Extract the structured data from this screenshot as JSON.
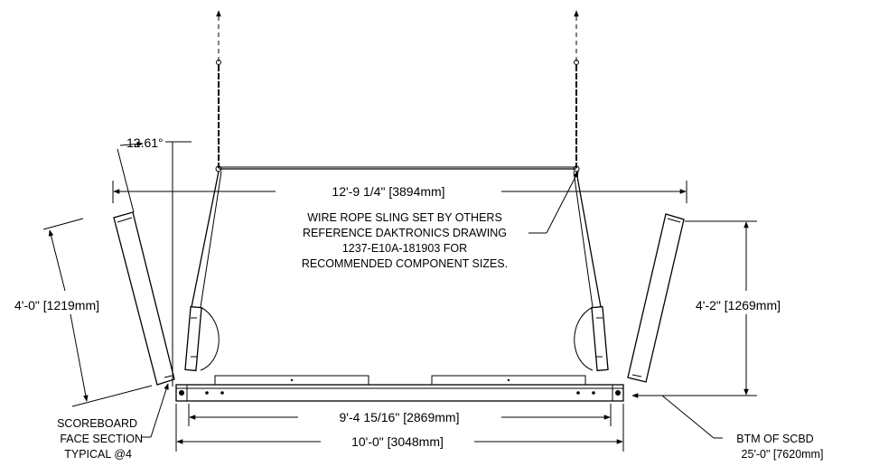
{
  "dimensions": {
    "sling_span": "12'-9 1/4\" [3894mm]",
    "angle": "12.61°",
    "left_panel_height": "4'-0\" [1219mm]",
    "right_panel_height": "4'-2\" [1269mm]",
    "inner_width": "9'-4 15/16\" [2869mm]",
    "overall_width": "10'-0\" [3048mm]"
  },
  "notes": {
    "sling_note": [
      "WIRE ROPE SLING SET BY OTHERS",
      "REFERENCE DAKTRONICS DRAWING",
      "1237-E10A-181903 FOR",
      "RECOMMENDED COMPONENT SIZES."
    ],
    "face_section": [
      "SCOREBOARD",
      "FACE SECTION",
      "TYPICAL @4"
    ],
    "bottom_ref": [
      "BTM OF SCBD",
      "25'-0\" [7620mm]"
    ]
  }
}
